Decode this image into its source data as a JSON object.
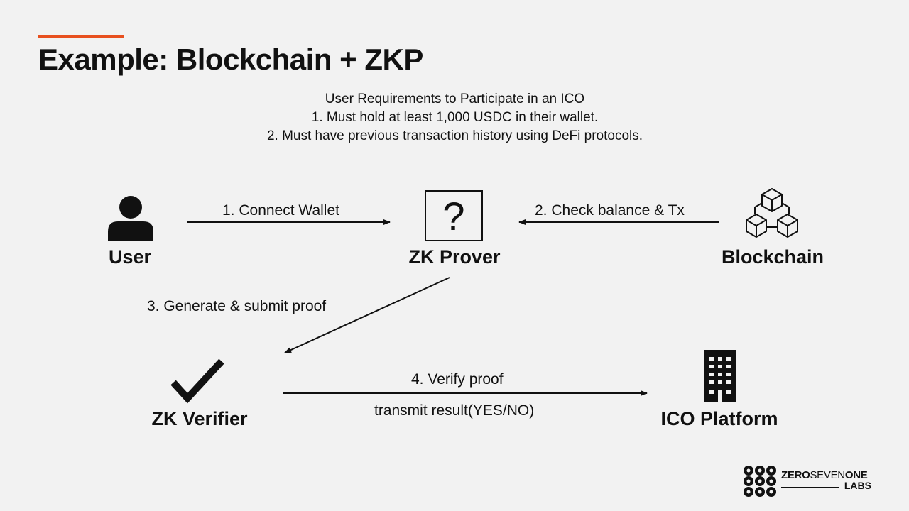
{
  "slide": {
    "title": "Example: Blockchain + ZKP",
    "accent_color": "#e8501f",
    "requirements": {
      "heading": "User Requirements to Participate in an ICO",
      "items": [
        "1. Must hold at least 1,000 USDC in their wallet.",
        "2. Must have previous transaction history using DeFi protocols."
      ]
    }
  },
  "nodes": {
    "user": {
      "label": "User",
      "icon": "person-icon"
    },
    "prover": {
      "label": "ZK Prover",
      "icon": "question-box-icon",
      "glyph": "?"
    },
    "blockchain": {
      "label": "Blockchain",
      "icon": "blockchain-cubes-icon"
    },
    "verifier": {
      "label": "ZK Verifier",
      "icon": "checkmark-icon"
    },
    "ico": {
      "label": "ICO Platform",
      "icon": "building-icon"
    }
  },
  "edges": {
    "connect_wallet": "1. Connect Wallet",
    "check_balance": "2. Check balance & Tx",
    "generate_proof": "3. Generate & submit proof",
    "verify_proof": "4. Verify proof",
    "transmit_result": "transmit result(YES/NO)"
  },
  "logo": {
    "word_bold_1": "ZERO",
    "word_light": "SEVEN",
    "word_bold_2": "ONE",
    "sub": "LABS"
  }
}
